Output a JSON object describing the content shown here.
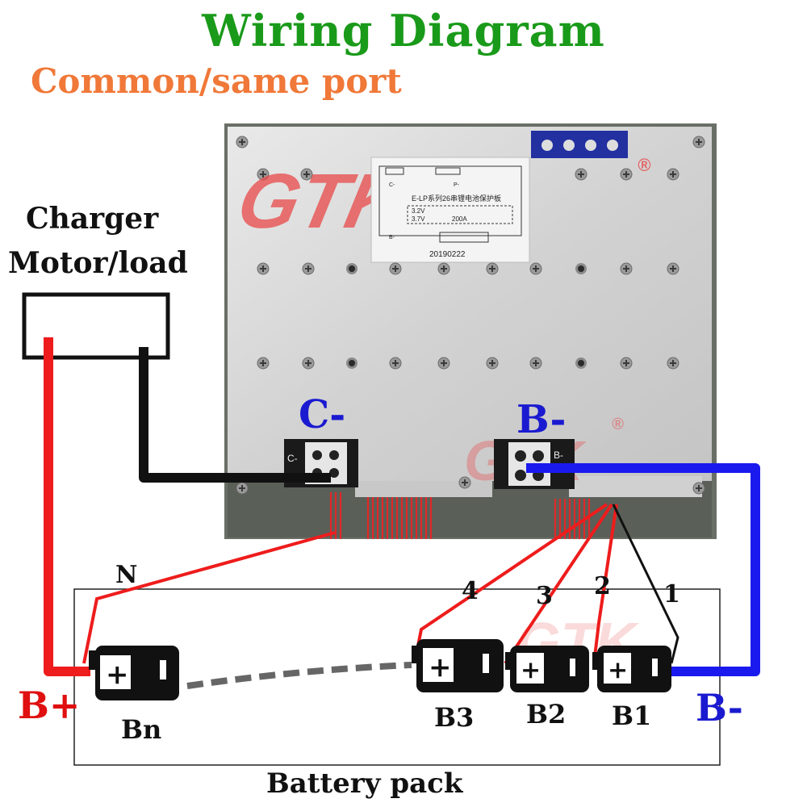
{
  "header": {
    "title": "Wiring Diagram",
    "subtitle": "Common/same port"
  },
  "load": {
    "line1": "Charger",
    "line2": "Motor/load"
  },
  "board": {
    "watermark_logo": "GTK",
    "registered_mark": "®",
    "sticker": {
      "series_text": "E-LP系列26串锂电池保护板",
      "voltage_a": "3.2V",
      "voltage_b": "3.7V",
      "current": "200A",
      "port_c": "C-",
      "port_p": "P-",
      "port_b": "B-",
      "date_code": "20190222"
    },
    "port_c_label": "C-",
    "port_b_label": "B-",
    "port_c_small": "C-",
    "port_b_small": "B-"
  },
  "battery_pack": {
    "label": "Battery pack",
    "terminal_pos": "B+",
    "terminal_neg": "B-",
    "cells": [
      {
        "name": "Bn"
      },
      {
        "name": "B3"
      },
      {
        "name": "B2"
      },
      {
        "name": "B1"
      }
    ],
    "plus_sign": "+"
  },
  "balance_wires": {
    "labels": [
      "N",
      "4",
      "3",
      "2",
      "1"
    ]
  },
  "colors": {
    "title_green": "#1a9a1a",
    "subtitle_orange": "#f07838",
    "wire_red": "#ee1c1c",
    "wire_black": "#111111",
    "wire_blue": "#1a1aee",
    "label_blue": "#1a1ad0",
    "label_red": "#e01010"
  }
}
